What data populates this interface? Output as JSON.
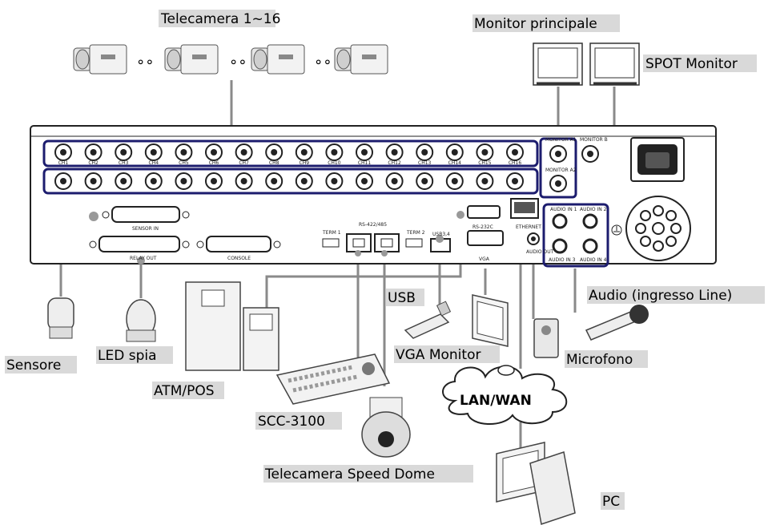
{
  "labels": {
    "cameras": "Telecamera 1~16",
    "main_monitor": "Monitor principale",
    "spot_monitor": "SPOT Monitor",
    "usb": "USB",
    "audio_in": "Audio (ingresso Line)",
    "sensor": "Sensore",
    "led": "LED spia",
    "vga_monitor": "VGA Monitor",
    "microphone": "Microfono",
    "atm_pos": "ATM/POS",
    "lan_wan": "LAN/WAN",
    "keyboard": "SCC-3100",
    "speed_dome": "Telecamera Speed Dome",
    "pc": "PC"
  },
  "camera_separator": "∘∘",
  "panel": {
    "monitor_a1": "MONITOR A1",
    "monitor_a2": "MONITOR A2",
    "monitor_b": "MONITOR B",
    "sensor_in": "SENSOR IN",
    "relay_out": "RELAY OUT",
    "console": "CONSOLE",
    "term1": "TERM 1",
    "term2": "TERM 2",
    "rs422": "RS-422/485",
    "usb_port": "USB3,4",
    "rs232": "RS-232C",
    "vga_port": "VGA",
    "ethernet": "ETHERNET",
    "audio_out": "AUDIO OUT",
    "audio_in_1": "AUDIO IN 1",
    "audio_in_2": "AUDIO IN 2",
    "audio_in_3": "AUDIO IN 3",
    "audio_in_4": "AUDIO IN 4",
    "channels": [
      "CH1",
      "CH2",
      "CH3",
      "CH4",
      "CH5",
      "CH6",
      "CH7",
      "CH8",
      "CH9",
      "CH10",
      "CH11",
      "CH12",
      "CH13",
      "CH14",
      "CH15",
      "CH16"
    ]
  },
  "colors": {
    "highlight": "#1c1c6e",
    "line": "#8a8a8a",
    "label_bg": "#d9d9d9"
  }
}
